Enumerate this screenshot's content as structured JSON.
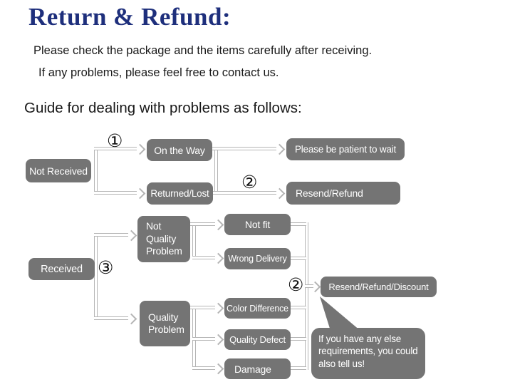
{
  "page": {
    "title": "Return & Refund:",
    "intro_line1": "Please check the package and the items carefully after receiving.",
    "intro_line2": "If any problems, please feel free to contact us.",
    "guide_heading": "Guide for dealing with problems as follows:"
  },
  "colors": {
    "title": "#1e2f7c",
    "text": "#191919",
    "box": "#747474",
    "box_text": "#ffffff",
    "line": "#b5b5b5"
  },
  "flowchart": {
    "nodes": {
      "not_received": "Not Received",
      "on_the_way": "On the Way",
      "returned_lost": "Returned/Lost",
      "patient_wait": "Please be patient to wait",
      "resend_refund": "Resend/Refund",
      "received": "Received",
      "not_quality_problem": "Not Quality Problem",
      "quality_problem": "Quality Problem",
      "not_fit": "Not fit",
      "wrong_delivery": "Wrong Delivery",
      "color_difference": "Color Difference",
      "quality_defect": "Quality Defect",
      "damage": "Damage",
      "resend_refund_discount": "Resend/Refund/Discount"
    },
    "step_markers": {
      "one": "①",
      "two": "②",
      "three": "③"
    },
    "note_bubble": "If you have any else requirements, you could also tell us!"
  }
}
